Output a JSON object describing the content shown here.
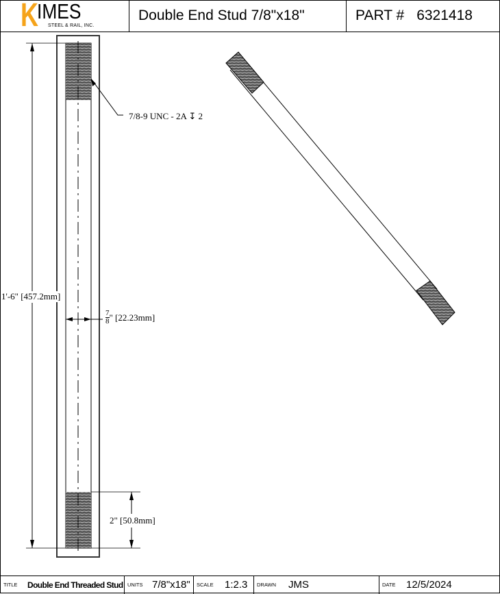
{
  "header": {
    "logo_main": "KIMES",
    "logo_sub": "STEEL & RAIL, INC.",
    "title": "Double End Stud 7/8\"x18\"",
    "part_label": "PART #",
    "part_number": "6321418"
  },
  "drawing": {
    "callout": "7/8-9 UNC - 2A ↧ 2",
    "overall_length": "1'-6\" [457.2mm]",
    "diameter_num": "7",
    "diameter_den": "8",
    "diameter_mm": "\" [22.23mm]",
    "thread_length": "2\" [50.8mm]"
  },
  "footer": {
    "title_label": "TITLE",
    "title_value": "Double End Threaded Stud",
    "units_label": "UNITS",
    "units_value": "7/8\"x18\"",
    "scale_label": "SCALE",
    "scale_value": "1:2.3",
    "drawn_label": "DRAWN",
    "drawn_value": "JMS",
    "date_label": "DATE",
    "date_value": "12/5/2024"
  }
}
